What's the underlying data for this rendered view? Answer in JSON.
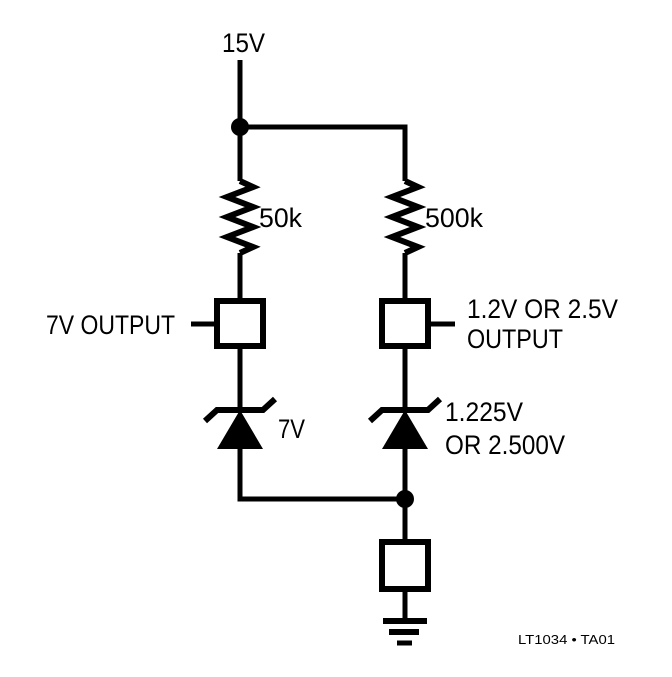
{
  "schematic": {
    "supply": "15V",
    "left_branch": {
      "resistor": "50k",
      "output_label": "7V OUTPUT",
      "zener_label": "7V"
    },
    "right_branch": {
      "resistor": "500k",
      "output_label_line1": "1.2V OR 2.5V",
      "output_label_line2": "OUTPUT",
      "zener_label_line1": "1.225V",
      "zener_label_line2": "OR 2.500V"
    },
    "footer": "LT1034 • TA01",
    "colors": {
      "ink": "#000000",
      "background": "#ffffff"
    }
  }
}
